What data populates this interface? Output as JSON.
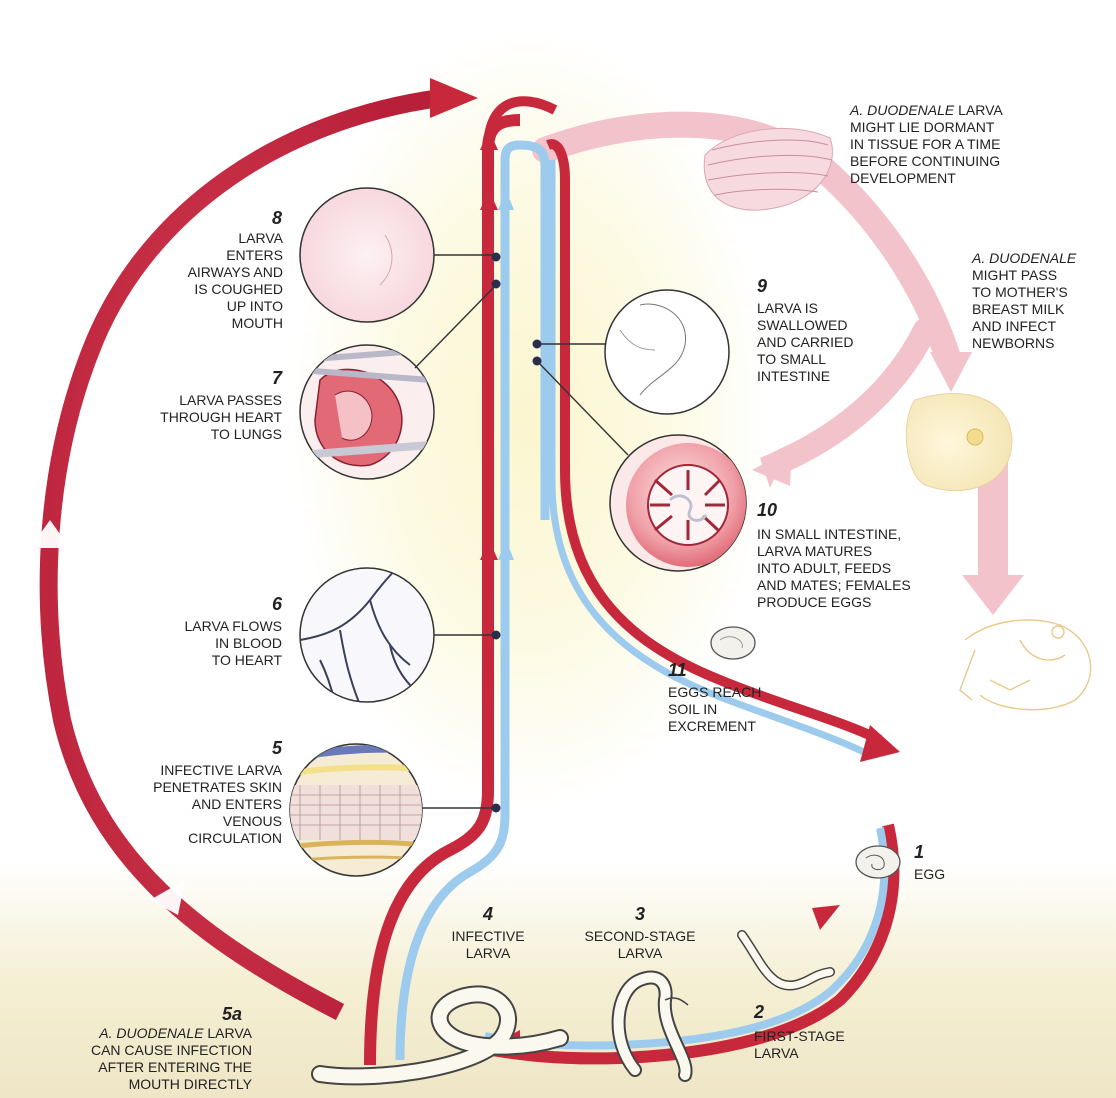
{
  "steps": {
    "s1": {
      "number": "1",
      "text": "EGG"
    },
    "s2": {
      "number": "2",
      "text": "FIRST-STAGE\nLARVA"
    },
    "s3": {
      "number": "3",
      "text": "SECOND-STAGE\nLARVA"
    },
    "s4": {
      "number": "4",
      "text": "INFECTIVE\nLARVA"
    },
    "s5": {
      "number": "5",
      "text": "INFECTIVE LARVA\nPENETRATES SKIN\nAND ENTERS\nVENOUS\nCIRCULATION"
    },
    "s5a": {
      "number": "5a",
      "species": "A. DUODENALE",
      "text_first": " LARVA",
      "text_rest": "CAN CAUSE INFECTION\nAFTER ENTERING THE\nMOUTH DIRECTLY"
    },
    "s6": {
      "number": "6",
      "text": "LARVA FLOWS\nIN BLOOD\nTO HEART"
    },
    "s7": {
      "number": "7",
      "text": "LARVA PASSES\nTHROUGH HEART\nTO LUNGS"
    },
    "s8": {
      "number": "8",
      "text": "LARVA\nENTERS\nAIRWAYS AND\nIS COUGHED\nUP INTO MOUTH"
    },
    "s9": {
      "number": "9",
      "text": "LARVA IS\nSWALLOWED\nAND CARRIED\nTO SMALL\nINTESTINE"
    },
    "s10": {
      "number": "10",
      "text": "IN SMALL INTESTINE,\nLARVA MATURES\nINTO ADULT, FEEDS\nAND MATES; FEMALES\nPRODUCE EGGS"
    },
    "s11": {
      "number": "11",
      "text": "EGGS REACH\nSOIL IN\nEXCREMENT"
    }
  },
  "notes": {
    "dormant": {
      "species": "A. DUODENALE",
      "text_first": " LARVA",
      "text_rest": "MIGHT LIE DORMANT\nIN TISSUE FOR A TIME\nBEFORE CONTINUING\nDEVELOPMENT"
    },
    "breast_milk": {
      "species": "A. DUODENALE",
      "text_rest": "MIGHT PASS\nTO MOTHER'S\nBREAST MILK\nAND INFECT\nNEWBORNS"
    }
  },
  "colors": {
    "artery_red": "#c8283c",
    "vein_blue": "#8ec3ea",
    "pale_pink": "#f3c3cb",
    "glow_yellow": "#fbf6cf"
  }
}
